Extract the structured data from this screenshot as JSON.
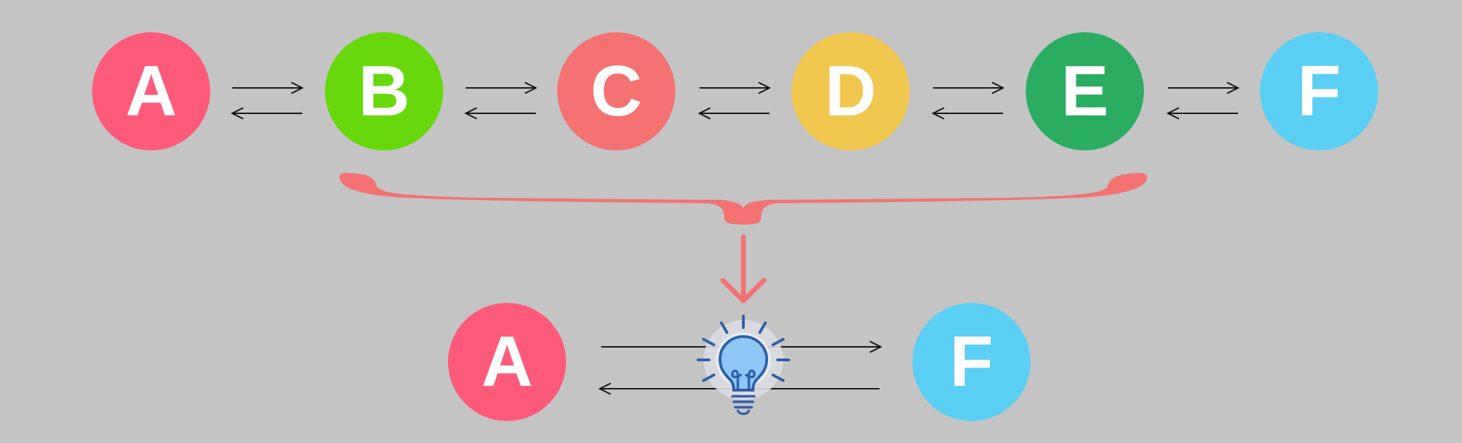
{
  "nodes": {
    "a": {
      "label": "A",
      "color": "#fe5b7a"
    },
    "b": {
      "label": "B",
      "color": "#66d80c"
    },
    "c": {
      "label": "C",
      "color": "#f47272"
    },
    "d": {
      "label": "D",
      "color": "#f0c850"
    },
    "e": {
      "label": "E",
      "color": "#2aad61"
    },
    "f": {
      "label": "F",
      "color": "#5bcff3"
    }
  },
  "colors": {
    "background": "#c4c4c4",
    "brace": "#f47272",
    "arrow": "#111111",
    "bulb_stroke": "#2d5ea8",
    "bulb_fill": "#8ec6f5"
  },
  "icons": {
    "brace": "curly-brace-icon",
    "down_arrow": "arrow-down-icon",
    "bulb": "lightbulb-icon"
  }
}
